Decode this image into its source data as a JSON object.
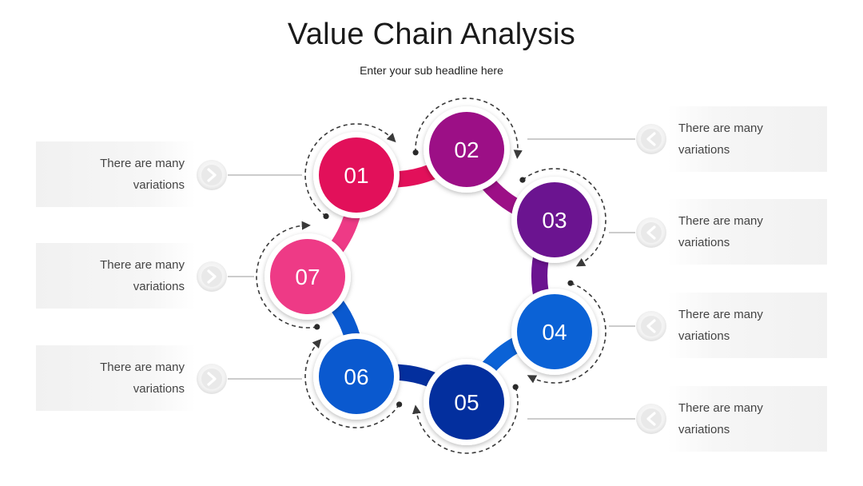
{
  "header": {
    "title": "Value Chain Analysis",
    "subtitle": "Enter your sub headline here"
  },
  "colors": {
    "step1": "#e2105a",
    "step2": "#9c0f86",
    "step3": "#6b1490",
    "step4": "#0b62d6",
    "step5": "#032f9e",
    "step6": "#0a59cf",
    "step7": "#ee3a86",
    "line": "#9a9a9a",
    "dash": "#3a3a3a"
  },
  "steps": [
    {
      "number": "01",
      "side": "left",
      "text": "There are many variations"
    },
    {
      "number": "02",
      "side": "right",
      "text": "There are many variations"
    },
    {
      "number": "03",
      "side": "right",
      "text": "There are many variations"
    },
    {
      "number": "04",
      "side": "right",
      "text": "There are many variations"
    },
    {
      "number": "05",
      "side": "right",
      "text": "There are many variations"
    },
    {
      "number": "06",
      "side": "left",
      "text": "There are many variations"
    },
    {
      "number": "07",
      "side": "left",
      "text": "There are many variations"
    }
  ]
}
